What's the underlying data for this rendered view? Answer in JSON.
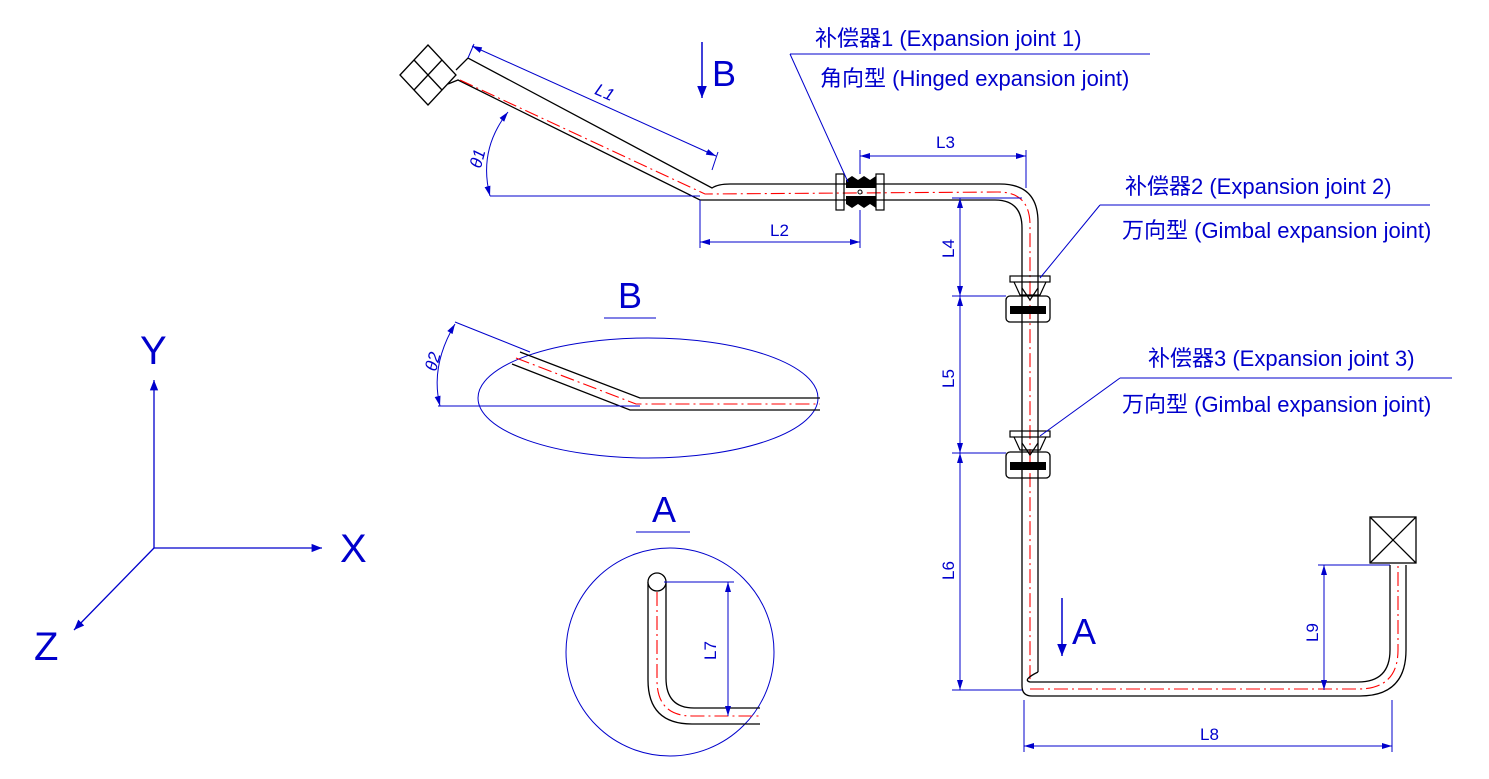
{
  "joints": {
    "j1_title": "补偿器1 (Expansion joint 1)",
    "j1_type": "角向型 (Hinged expansion joint)",
    "j2_title": "补偿器2 (Expansion joint 2)",
    "j2_type": "万向型 (Gimbal expansion joint)",
    "j3_title": "补偿器3 (Expansion joint 3)",
    "j3_type": "万向型 (Gimbal expansion joint)"
  },
  "dimensions": {
    "L1": "L1",
    "L2": "L2",
    "L3": "L3",
    "L4": "L4",
    "L5": "L5",
    "L6": "L6",
    "L7": "L7",
    "L8": "L8",
    "L9": "L9",
    "theta1": "θ1",
    "theta2": "θ2"
  },
  "views": {
    "B_arrow": "B",
    "A_arrow": "A",
    "B_title": "B",
    "A_title": "A"
  },
  "axes": {
    "x": "X",
    "y": "Y",
    "z": "Z"
  },
  "colors": {
    "annotation": "#0000cc",
    "pipe": "#000000",
    "centerline": "#ff0000"
  }
}
